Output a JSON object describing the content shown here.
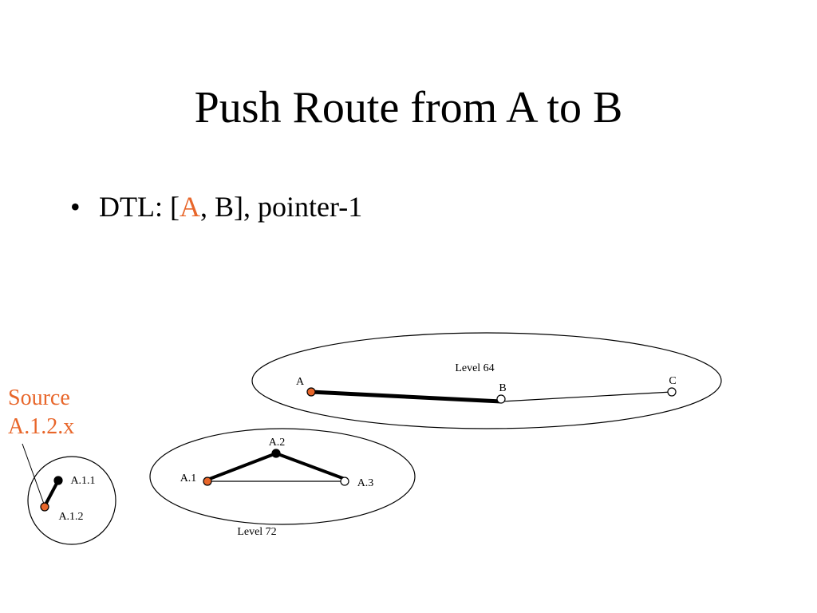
{
  "title": "Push Route from A to B",
  "bullet": {
    "marker": "•",
    "prefix": "DTL: [",
    "highlight": "A",
    "suffix": ", B], pointer-1"
  },
  "source": {
    "line1": "Source",
    "line2": "A.1.2.x"
  },
  "colors": {
    "highlight": "#E8662A",
    "node_active": "#E8662A",
    "node_visited": "#000000",
    "node_unvisited": "#ffffff"
  },
  "level64": {
    "label": "Level 64",
    "nodes": {
      "a": "A",
      "b": "B",
      "c": "C"
    }
  },
  "level72": {
    "label": "Level 72",
    "nodes": {
      "a1": "A.1",
      "a2": "A.2",
      "a3": "A.3"
    }
  },
  "level_a1": {
    "nodes": {
      "a11": "A.1.1",
      "a12": "A.1.2"
    }
  }
}
